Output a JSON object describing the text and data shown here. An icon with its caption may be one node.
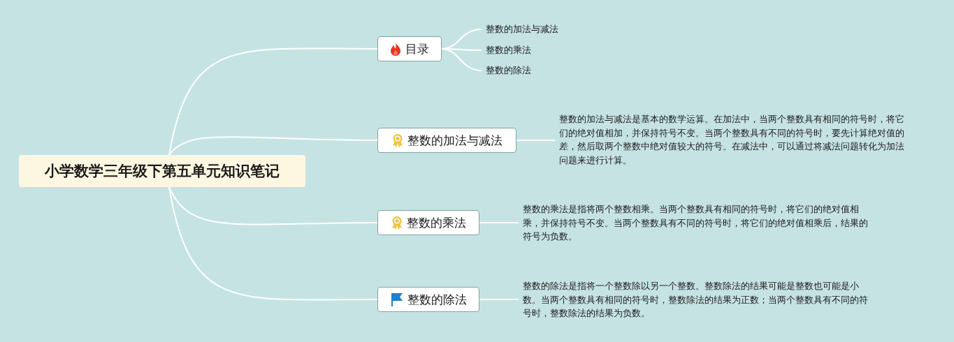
{
  "diagram": {
    "nodes": [
      {
        "text": [
          "小学数学三年级下第五单元知识笔记"
        ]
      },
      {
        "text": [
          "目录"
        ]
      },
      {
        "text": [
          "整数的加法与减法"
        ]
      },
      {
        "text": [
          "整数的乘法"
        ]
      },
      {
        "text": [
          "整数的除法"
        ]
      },
      {
        "text": [
          "整数的加法与减法"
        ]
      },
      {
        "text": [
          "整数的加法与减法是基本的数学运算。在加法中，当两个整数具有相同的符号时，将它们的绝对值相加，并保持符号不变。当两个整数具有不同的符号时，要先计算绝对值的差，然后取两个整数中绝对值较大的符号。在减法中，可以通过将减法问题转化为加法问题来进行计算。"
        ]
      },
      {
        "text": [
          "整数的乘法"
        ]
      },
      {
        "text": [
          "整数的乘法是指将两个整数相乘。当两个整数具有相同的符号时，将它们的绝对值相乘，并保持符号不变。当两个整数具有不同的符号时，将它们的绝对值相乘后，结果的符号为负数。"
        ]
      },
      {
        "text": [
          "整数的除法"
        ]
      },
      {
        "text": [
          "整数的除法是指将一个整数除以另一个整数。整数除法的结果可能是整数也可能是小数。当两个整数具有相同的符号时，整数除法的结果为正数；当两个整数具有不同的符号时，整数除法的结果为负数。"
        ]
      }
    ],
    "edges": [
      {
        "from": 0,
        "to": 1,
        "arrow": "none"
      },
      {
        "from": 0,
        "to": 5,
        "arrow": "none"
      },
      {
        "from": 0,
        "to": 7,
        "arrow": "none"
      },
      {
        "from": 0,
        "to": 9,
        "arrow": "none"
      },
      {
        "from": 1,
        "to": 2,
        "arrow": "none"
      },
      {
        "from": 1,
        "to": 3,
        "arrow": "none"
      },
      {
        "from": 1,
        "to": 4,
        "arrow": "none"
      },
      {
        "from": 5,
        "to": 6,
        "arrow": "none"
      },
      {
        "from": 7,
        "to": 8,
        "arrow": "none"
      },
      {
        "from": 9,
        "to": 10,
        "arrow": "none"
      }
    ]
  }
}
